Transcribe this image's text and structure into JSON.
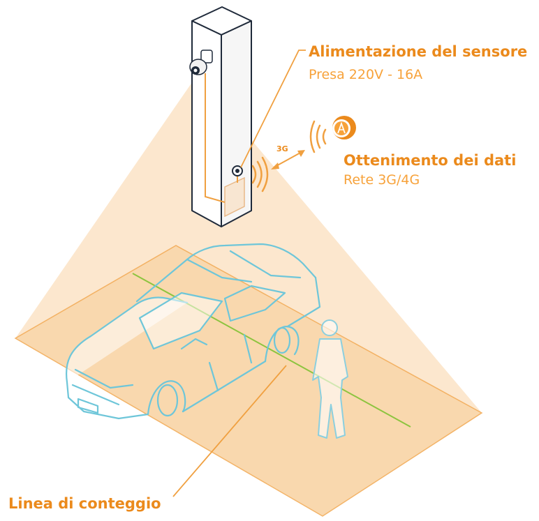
{
  "colors": {
    "accent": "#F7A23A",
    "accent_dark": "#EB8A1C",
    "line": "#F0A040",
    "cone": "#FCE3C5",
    "floor": "#F9D3A4",
    "floor_edge": "#F0A040",
    "pillar": "#1F2A3A",
    "car": "#6EC6D9",
    "person": "#8BCFDF",
    "count_line": "#8DC43F",
    "wall_box": "#F8E6D2"
  },
  "callouts": {
    "power": {
      "title": "Alimentazione del sensore",
      "subtitle": "Presa 220V - 16A"
    },
    "data": {
      "title": "Ottenimento dei dati",
      "subtitle": "Rete 3G/4G"
    },
    "network_tag": "3G",
    "counting_line": {
      "title": "Linea di conteggio"
    }
  },
  "icons": {
    "camera": "camera-icon",
    "signal": "wifi-signal-icon",
    "cloud": "cloud-antenna-icon",
    "person": "person-icon",
    "car": "car-icon"
  }
}
